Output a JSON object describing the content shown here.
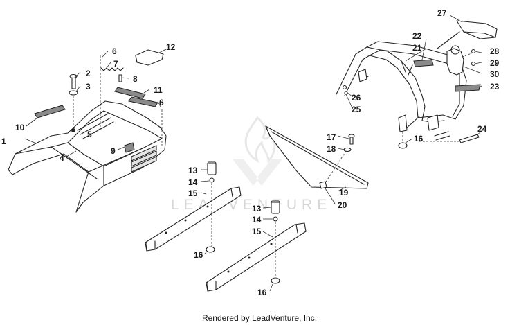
{
  "footer": {
    "rendered_by": "Rendered by LeadVenture, Inc."
  },
  "watermark": {
    "text": "LEADVENTURE"
  },
  "callouts": {
    "c1": "1",
    "c2": "2",
    "c3": "3",
    "c4": "4",
    "c5": "5",
    "c6a": "6",
    "c6b": "6",
    "c7": "7",
    "c8": "8",
    "c9": "9",
    "c10": "10",
    "c11": "11",
    "c12": "12",
    "c13a": "13",
    "c13b": "13",
    "c14a": "14",
    "c14b": "14",
    "c15a": "15",
    "c15b": "15",
    "c16a": "16",
    "c16b": "16",
    "c16c": "16",
    "c17": "17",
    "c18": "18",
    "c19": "19",
    "c20": "20",
    "c21": "21",
    "c22": "22",
    "c23": "23",
    "c24": "24",
    "c25": "25",
    "c26": "26",
    "c27": "27",
    "c28": "28",
    "c29": "29",
    "c30": "30"
  },
  "colors": {
    "line": "#222222",
    "pad_fill": "#8a8a8a",
    "watermark": "#d6d6d6",
    "background": "#ffffff"
  }
}
